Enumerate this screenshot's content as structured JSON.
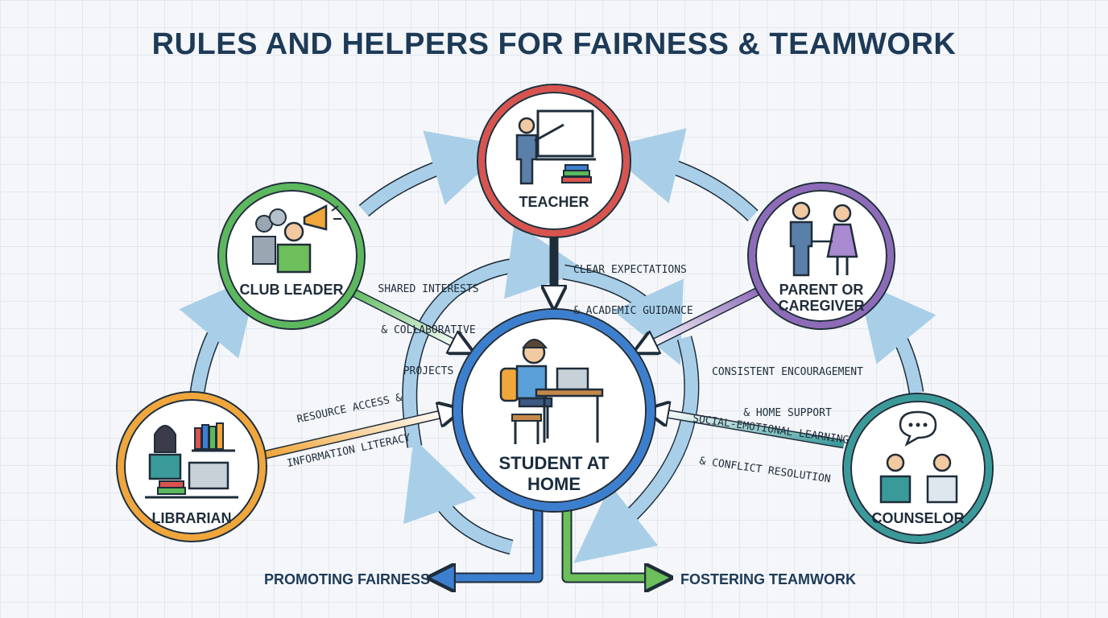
{
  "title": "RULES AND HELPERS FOR FAIRNESS & TEAMWORK",
  "colors": {
    "teacher": "#d9534f",
    "club_leader": "#5cb85c",
    "parent": "#8e6bb8",
    "librarian": "#f0a63a",
    "counselor": "#3a9a9a",
    "student": "#3d7fcf",
    "cycle": "#a9cfe8",
    "fairness": "#3d7fcf",
    "teamwork": "#5cb85c"
  },
  "center": {
    "label_line1": "STUDENT AT",
    "label_line2": "HOME",
    "icon": "student-laptop-icon"
  },
  "nodes": {
    "teacher": {
      "label": "TEACHER",
      "icon": "teacher-whiteboard-icon"
    },
    "club_leader": {
      "label": "CLUB LEADER",
      "icon": "megaphone-group-icon"
    },
    "parent": {
      "label_line1": "PARENT OR",
      "label_line2": "CAREGIVER",
      "icon": "parents-icon"
    },
    "librarian": {
      "label": "LIBRARIAN",
      "icon": "librarian-books-icon"
    },
    "counselor": {
      "label": "COUNSELOR",
      "icon": "counselor-chat-icon"
    }
  },
  "edges": {
    "teacher": {
      "line1": "CLEAR EXPECTATIONS",
      "line2": "& ACADEMIC GUIDANCE"
    },
    "club_leader": {
      "line1": "SHARED INTERESTS",
      "line2": "& COLLABORATIVE",
      "line3": "PROJECTS"
    },
    "parent": {
      "line1": "CONSISTENT ENCOURAGEMENT",
      "line2": "& HOME SUPPORT"
    },
    "librarian": {
      "line1": "RESOURCE ACCESS &",
      "line2": "INFORMATION LITERACY"
    },
    "counselor": {
      "line1": "SOCIAL-EMOTIONAL LEARNING",
      "line2": "& CONFLICT RESOLUTION"
    }
  },
  "outcomes": {
    "fairness": "PROMOTING FAIRNESS",
    "teamwork": "FOSTERING TEAMWORK"
  }
}
